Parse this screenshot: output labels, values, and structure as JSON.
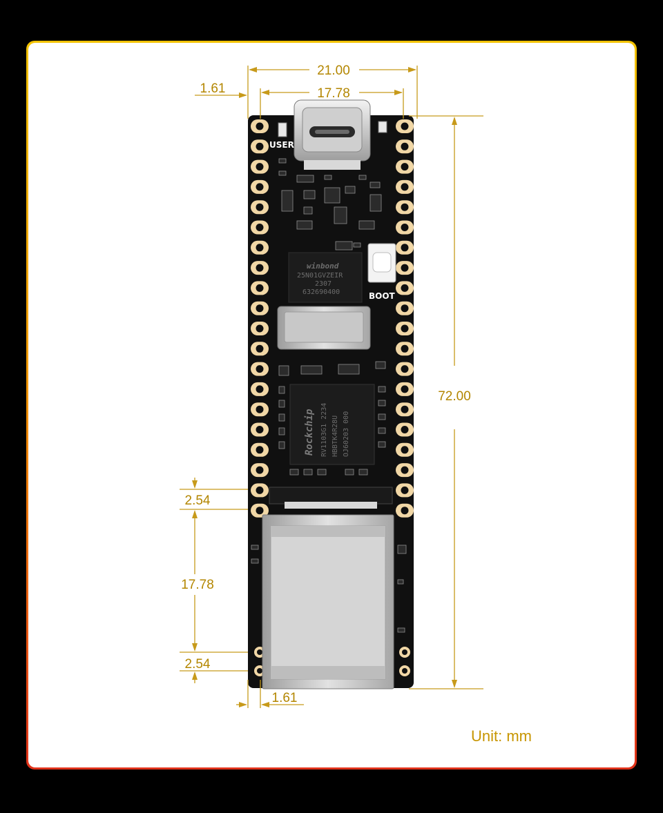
{
  "dimensions": {
    "top_width_outer": "21.00",
    "top_width_inner": "17.78",
    "top_left_offset": "1.61",
    "height_total": "72.00",
    "left_pitch_upper": "2.54",
    "left_span": "17.78",
    "left_pitch_lower": "2.54",
    "bottom_left_offset": "1.61"
  },
  "silkscreen": {
    "user_label": "USER",
    "boot_label": "BOOT"
  },
  "chips": {
    "flash_brand": "winbond",
    "flash_line1": "25N01GVZEIR",
    "flash_line2": "2307",
    "flash_line3": "632690400",
    "soc_brand": "Rockchip",
    "soc_line1": "RV1103G1  2234",
    "soc_line2": "HBBTK4R28U",
    "soc_line3": "OJ60203 000"
  },
  "unit_label": "Unit: mm",
  "colors": {
    "dimension": "#c79a1a",
    "pcb": "#101010",
    "pad": "#f1d7a6",
    "frame_top": "#f2c200",
    "frame_bottom": "#e0321a"
  }
}
